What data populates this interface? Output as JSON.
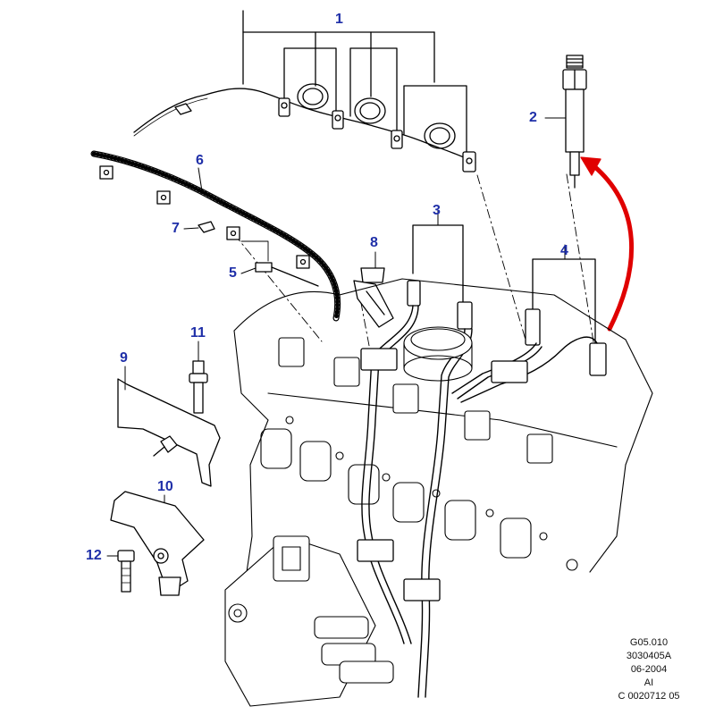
{
  "diagram": {
    "callouts": {
      "c1": "1",
      "c2": "2",
      "c3": "3",
      "c4": "4",
      "c5": "5",
      "c6": "6",
      "c7": "7",
      "c8": "8",
      "c9": "9",
      "c10": "10",
      "c11": "11",
      "c12": "12"
    },
    "colors": {
      "callout": "#1f2fa8",
      "arrow": "#e00000",
      "line": "#000000"
    }
  },
  "info_block": {
    "line1": "G05.010",
    "line2": "3030405A",
    "line3": "06-2004",
    "line4": "AI",
    "line5": "C 0020712 05"
  }
}
